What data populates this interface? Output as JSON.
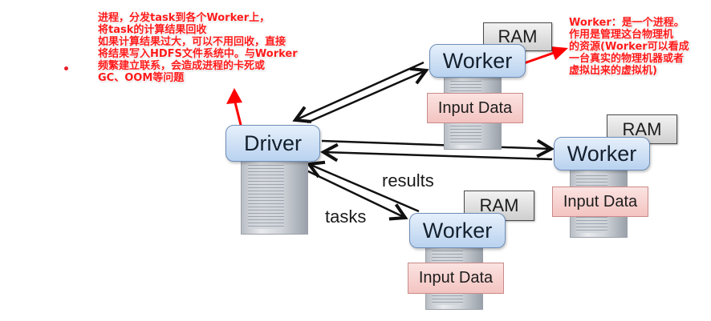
{
  "annotations": {
    "driver_note": "进程，分发task到各个Worker上，\n将task的计算结果回收\n如果计算结果过大，可以不用回收，直接\n将结果写入HDFS文件系统中。与Worker\n频繁建立联系，会造成进程的卡死或\nGC、OOM等问题",
    "worker_note": "Worker：是一个进程。\n作用是管理这台物理机\n的资源(Worker可以看成\n一台真实的物理机器或者\n虚拟出来的虚拟机)"
  },
  "diagram": {
    "driver": {
      "label": "Driver"
    },
    "workers": [
      {
        "label": "Worker",
        "ram": "RAM",
        "input": "Input Data"
      },
      {
        "label": "Worker",
        "ram": "RAM",
        "input": "Input Data"
      },
      {
        "label": "Worker",
        "ram": "RAM",
        "input": "Input Data"
      }
    ],
    "edge_labels": {
      "results": "results",
      "tasks": "tasks"
    }
  },
  "colors": {
    "annotation": "#ff1a1a",
    "node_border": "#6d8db8",
    "input_fill": "#f3c4c1"
  }
}
